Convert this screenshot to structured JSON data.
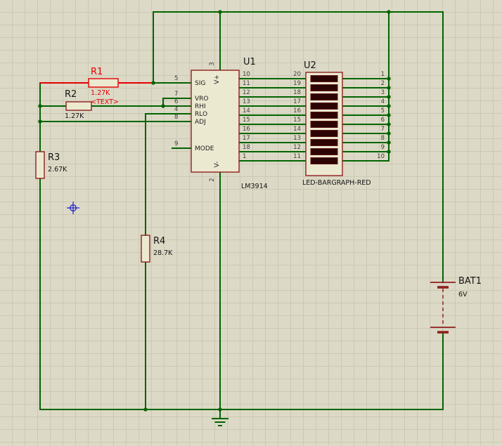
{
  "app": {
    "view": "schematic-capture-canvas"
  },
  "colors": {
    "background": "#dcd9c6",
    "grid": "#cbc8b3",
    "wire": "#006400",
    "component_outline": "#8f1f1f",
    "selected": "#e60000",
    "led_segment": "#2d0404",
    "text": "#141414",
    "origin_marker": "#2222cc"
  },
  "components": {
    "u1": {
      "ref": "U1",
      "part": "LM3914",
      "left_pins": [
        {
          "num": "5",
          "name": "SIG"
        },
        {
          "num": "7",
          "name": "VRO"
        },
        {
          "num": "6",
          "name": "RHI"
        },
        {
          "num": "4",
          "name": "RLO"
        },
        {
          "num": "8",
          "name": "ADJ"
        },
        {
          "num": "9",
          "name": "MODE"
        }
      ],
      "right_pins": [
        "10",
        "11",
        "12",
        "13",
        "14",
        "15",
        "16",
        "17",
        "18",
        "1"
      ],
      "top_pin": {
        "num": "3",
        "name": "V+"
      },
      "bottom_pin": {
        "num": "2",
        "name": "V-"
      }
    },
    "u2": {
      "ref": "U2",
      "part": "LED-BARGRAPH-RED",
      "left_pins": [
        "20",
        "19",
        "18",
        "17",
        "16",
        "15",
        "14",
        "13",
        "12",
        "11"
      ],
      "right_pins": [
        "1",
        "2",
        "3",
        "4",
        "5",
        "6",
        "7",
        "8",
        "9",
        "10"
      ],
      "segment_count": 10
    },
    "r1": {
      "ref": "R1",
      "value": "1.27K",
      "text_placeholder": "<TEXT>",
      "selected": true
    },
    "r2": {
      "ref": "R2",
      "value": "1.27K"
    },
    "r3": {
      "ref": "R3",
      "value": "2.67K"
    },
    "r4": {
      "ref": "R4",
      "value": "28.7K"
    },
    "bat1": {
      "ref": "BAT1",
      "value": "6V"
    }
  }
}
